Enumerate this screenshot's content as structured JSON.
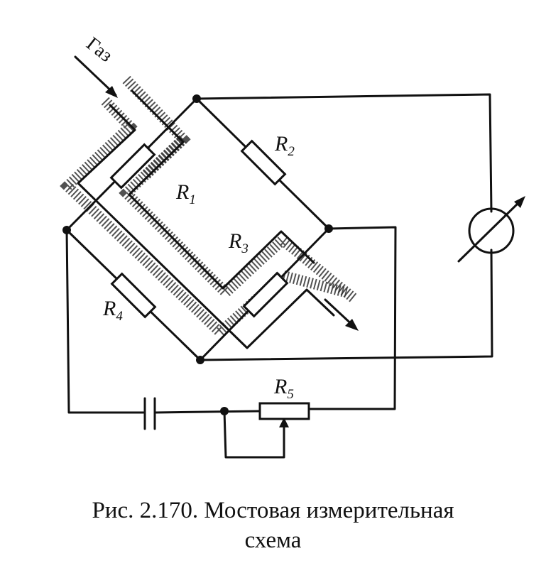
{
  "diagram": {
    "gas_label": "Газ",
    "resistors": [
      {
        "id": "R1",
        "letter": "R",
        "sub": "1"
      },
      {
        "id": "R2",
        "letter": "R",
        "sub": "2"
      },
      {
        "id": "R3",
        "letter": "R",
        "sub": "3"
      },
      {
        "id": "R4",
        "letter": "R",
        "sub": "4"
      },
      {
        "id": "R5",
        "letter": "R",
        "sub": "5"
      }
    ]
  },
  "caption": {
    "line1": "Рис. 2.170. Мостовая измерительная",
    "line2": "схема"
  }
}
